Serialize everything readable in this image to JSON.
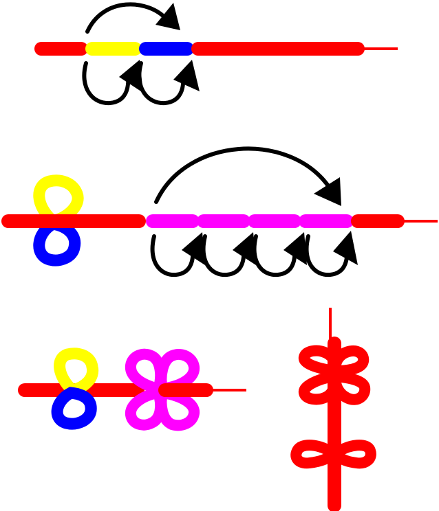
{
  "colors": {
    "balloon_red": "#ff0000",
    "balloon_yellow": "#ffff00",
    "balloon_blue": "#0000ff",
    "balloon_magenta": "#ff00ff",
    "arrow_black": "#000000",
    "background": "#ffffff"
  },
  "steps": [
    {
      "id": "step-1",
      "segments": [
        "red",
        "yellow",
        "blue",
        "red"
      ],
      "arrows": [
        "long-arc-arrow",
        "twist-arrow",
        "twist-arrow"
      ]
    },
    {
      "id": "step-2",
      "segments": [
        "red",
        "magenta",
        "magenta",
        "magenta",
        "magenta",
        "red"
      ],
      "arrows": [
        "long-arc-arrow",
        "twist-arrow",
        "twist-arrow",
        "twist-arrow",
        "twist-arrow"
      ],
      "flower": [
        "yellow",
        "blue"
      ]
    },
    {
      "id": "step-3",
      "flowers": [
        [
          "yellow",
          "blue"
        ],
        [
          "magenta",
          "magenta",
          "magenta",
          "magenta"
        ]
      ]
    },
    {
      "id": "result",
      "description_shape": "red balloon figure with two pairs of loops"
    }
  ]
}
